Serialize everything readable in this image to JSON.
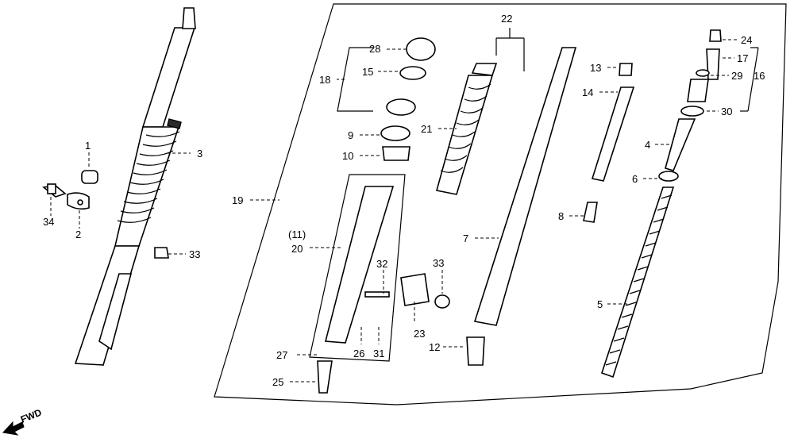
{
  "callouts": {
    "c1": "1",
    "c2": "2",
    "c3": "3",
    "c4": "4",
    "c5": "5",
    "c6": "6",
    "c7": "7",
    "c8": "8",
    "c9": "9",
    "c10": "10",
    "c11": "(11)",
    "c12": "12",
    "c13": "13",
    "c14": "14",
    "c15": "15",
    "c16": "16",
    "c17": "17",
    "c18": "18",
    "c19": "19",
    "c20": "20",
    "c21": "21",
    "c22": "22",
    "c23": "23",
    "c24": "24",
    "c25": "25",
    "c26": "26",
    "c27": "27",
    "c28": "28",
    "c29": "29",
    "c30": "30",
    "c31": "31",
    "c32": "32",
    "c33a": "33",
    "c33b": "33",
    "c34": "34"
  },
  "fwd_label": "FWD",
  "colors": {
    "ink": "#000000",
    "paper": "#ffffff",
    "fill_dark": "#2a2a2a"
  }
}
